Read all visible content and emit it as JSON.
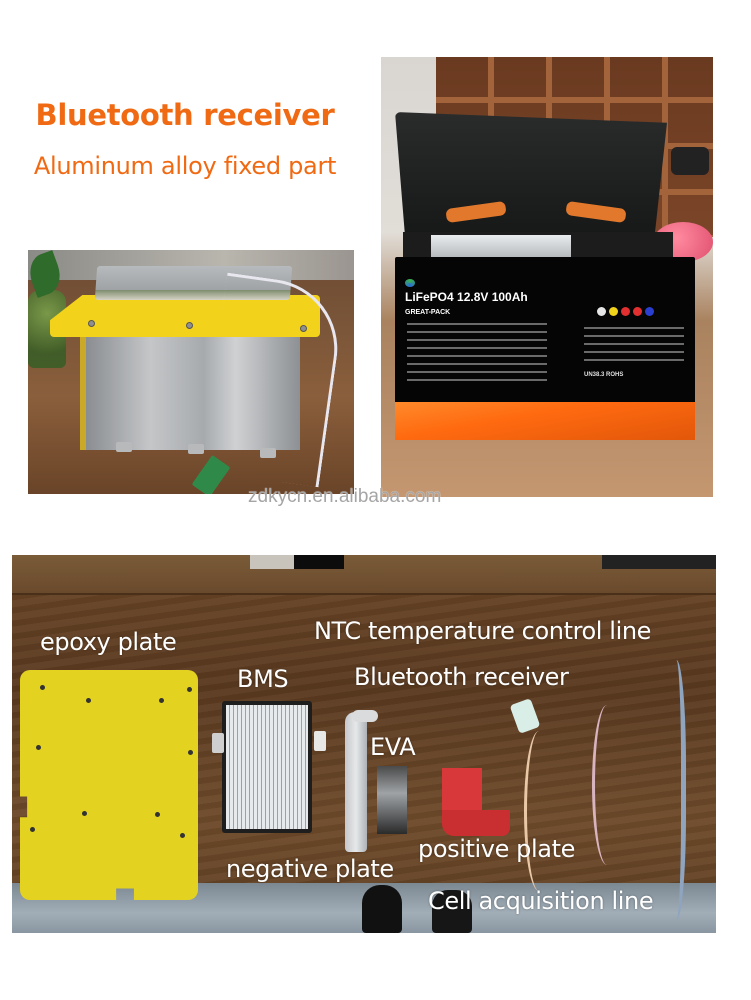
{
  "header": {
    "title": "Bluetooth receiver",
    "subtitle": "Aluminum alloy fixed part",
    "color": "#f06a13"
  },
  "photos": {
    "assembled_pack": {
      "alt": "Battery pack with yellow epoxy plate, BMS on top and Bluetooth receiver board on a cable"
    },
    "battery_case": {
      "alt": "Black battery case with open lid and orange label band",
      "label": {
        "title": "LiFePO4 12.8V 100Ah",
        "brand": "GREAT-PACK",
        "certifications": "UN38.3  ROHS",
        "colors": {
          "case": "#050505",
          "band": "#ff6a10"
        }
      }
    },
    "components": {
      "alt": "Disassembled battery components laid out on a wooden table",
      "labels": [
        {
          "id": "epoxy",
          "text": "epoxy plate"
        },
        {
          "id": "ntc",
          "text": "NTC temperature control line"
        },
        {
          "id": "bms",
          "text": "BMS"
        },
        {
          "id": "bluetooth",
          "text": "Bluetooth receiver"
        },
        {
          "id": "eva",
          "text": "EVA"
        },
        {
          "id": "positive",
          "text": "positive plate"
        },
        {
          "id": "negative",
          "text": "negative plate"
        },
        {
          "id": "cell",
          "text": "Cell acquisition line"
        }
      ]
    }
  },
  "watermark": "zdkycn.en.alibaba.com"
}
